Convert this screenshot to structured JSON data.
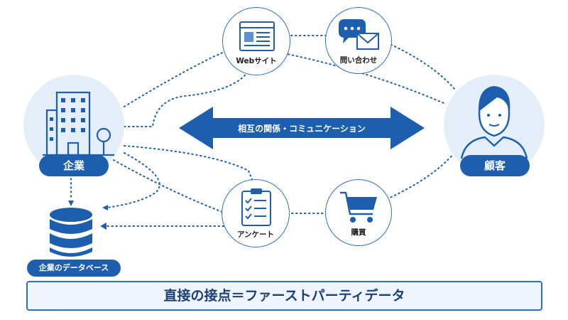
{
  "nodes": {
    "company": "企業",
    "customer": "顧客",
    "database": "企業のデータベース",
    "website": "Webサイト",
    "inquiry": "問い合わせ",
    "survey": "アンケート",
    "purchase": "購買"
  },
  "relationship_label": "相互の関係・コミュニケーション",
  "banner": "直接の接点＝ファーストパーティデータ",
  "colors": {
    "primary": "#1d5fae",
    "outline": "#2f6fc4",
    "light_fill": "#e3eef9",
    "banner_fill": "#eef4fb"
  }
}
